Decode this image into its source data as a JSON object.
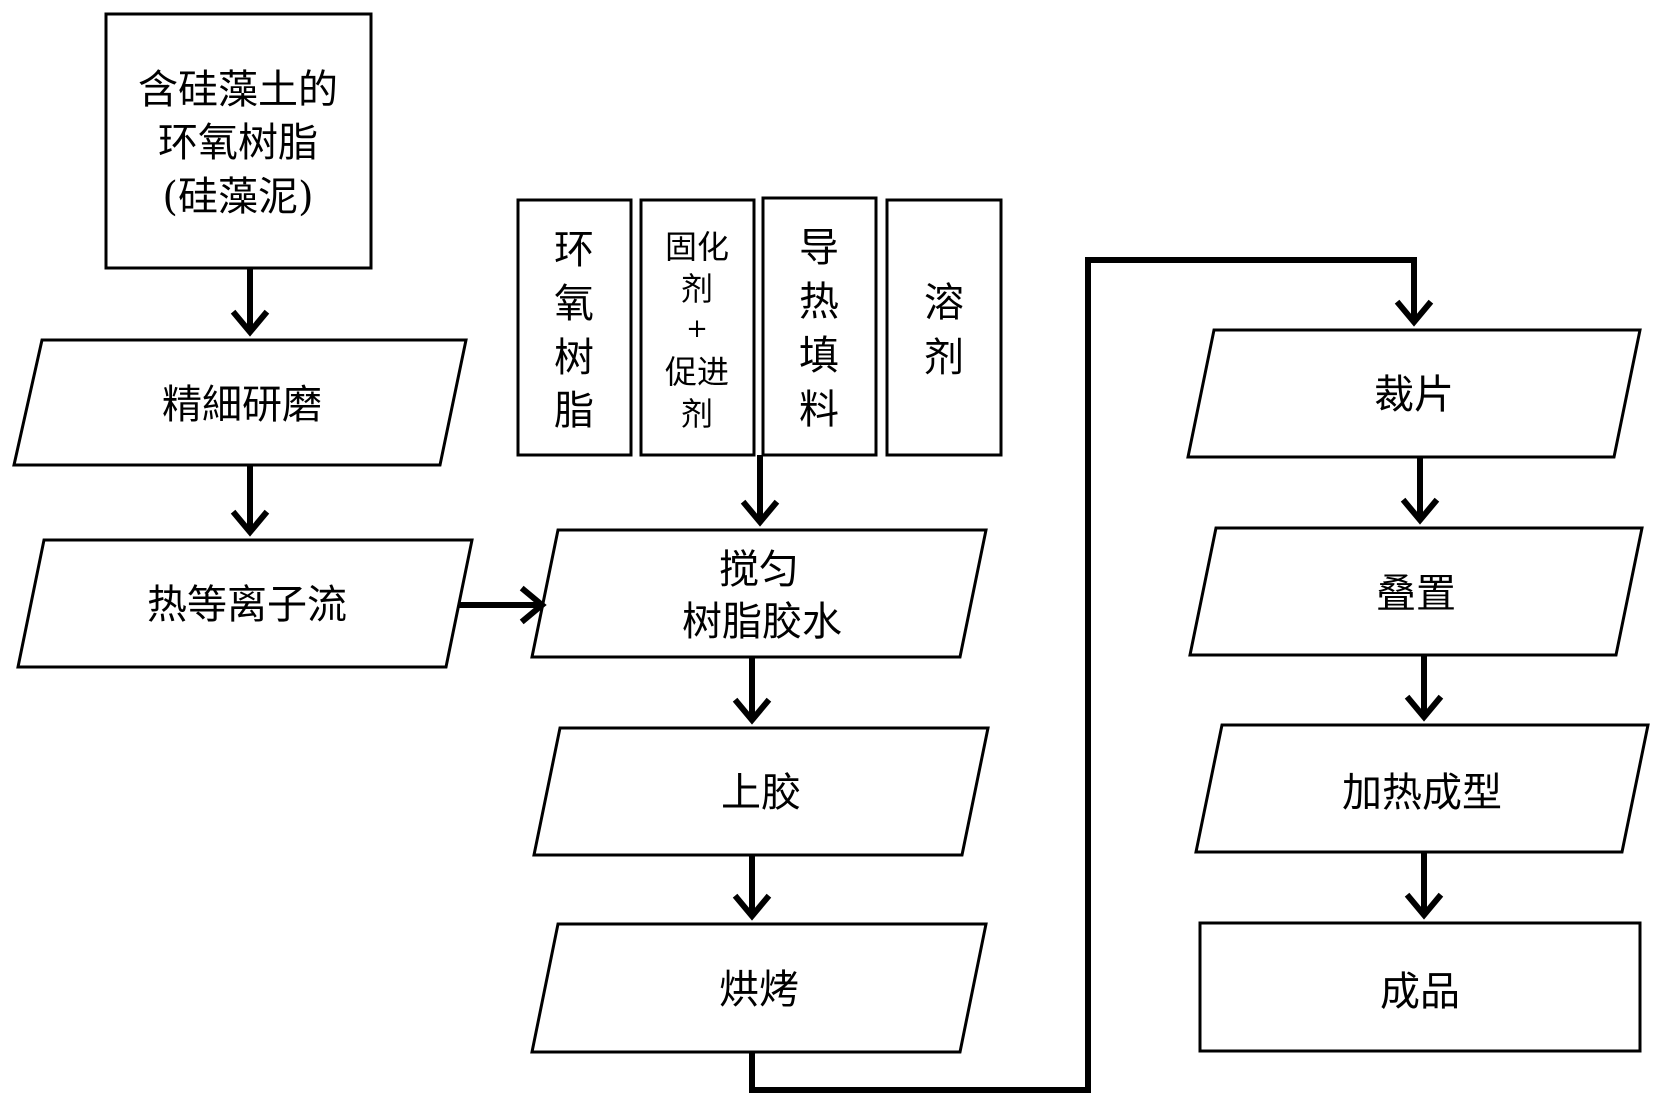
{
  "nodes": {
    "diatomite_resin": {
      "lines": [
        "含硅藻土的",
        "环氧树脂",
        "(硅藻泥)"
      ]
    },
    "fine_grinding": {
      "label": "精細研磨"
    },
    "plasma": {
      "label": "热等离子流"
    },
    "epoxy": {
      "chars": [
        "环",
        "氧",
        "树",
        "脂"
      ]
    },
    "curing": {
      "lines": [
        "固化",
        "剂",
        "+",
        "促进",
        "剂"
      ]
    },
    "filler": {
      "chars": [
        "导",
        "热",
        "填",
        "料"
      ]
    },
    "solvent": {
      "chars": [
        "溶",
        "剂"
      ]
    },
    "stir": {
      "lines": [
        "搅匀",
        "树脂胶水"
      ]
    },
    "gluing": {
      "label": "上胶"
    },
    "baking": {
      "label": "烘烤"
    },
    "cutting": {
      "label": "裁片"
    },
    "stacking": {
      "label": "叠置"
    },
    "hot_forming": {
      "label": "加热成型"
    },
    "product": {
      "label": "成品"
    }
  }
}
